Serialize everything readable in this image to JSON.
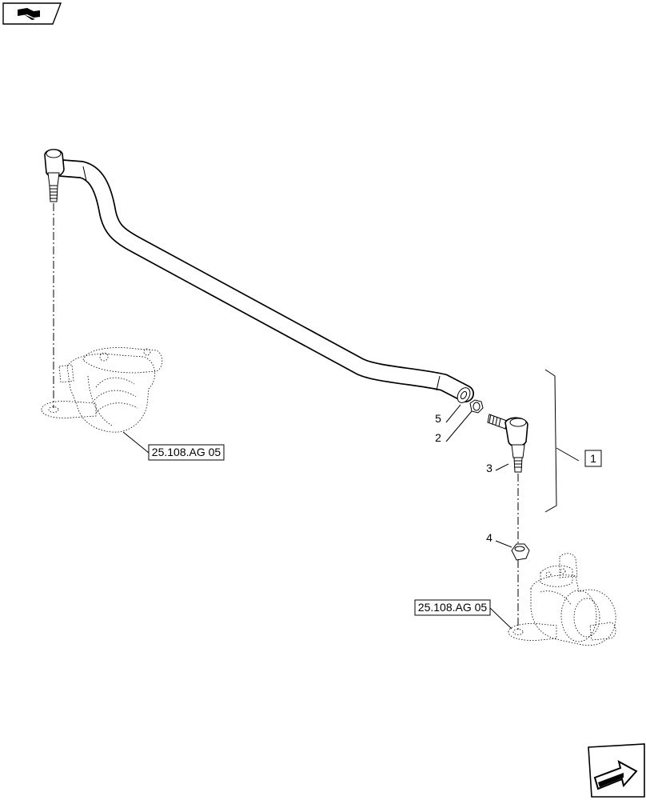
{
  "callouts": {
    "item_1": "1",
    "item_2": "2",
    "item_3": "3",
    "item_4": "4",
    "item_5": "5"
  },
  "references": {
    "left_knuckle": "25.108.AG 05",
    "right_knuckle": "25.108.AG 05"
  },
  "icons": {
    "top_left": "book-page-arrow-icon",
    "bottom_right": "next-page-arrow-icon"
  }
}
